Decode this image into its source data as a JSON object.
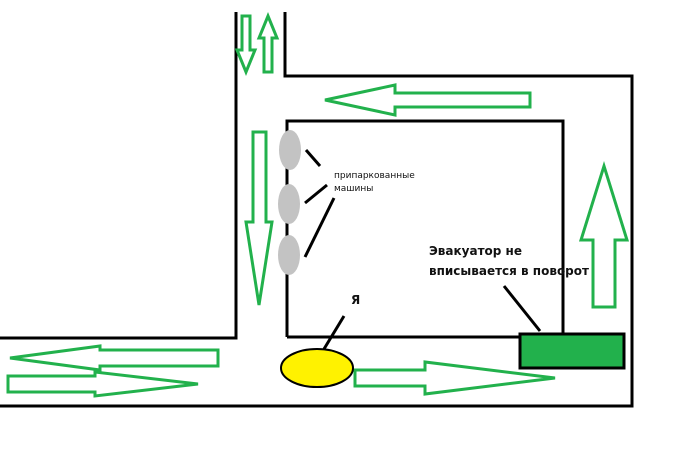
{
  "labels": {
    "parked_cars": [
      "припаркованные",
      "машины"
    ],
    "tow_truck": [
      "Эвакуатор не",
      "вписывается в поворот"
    ],
    "me": "Я"
  },
  "colors": {
    "road": "#000000",
    "arrow": "#22b14c",
    "parked_car": "#c3c3c3",
    "my_car": "#fff200",
    "tow_truck": "#22b14c"
  }
}
